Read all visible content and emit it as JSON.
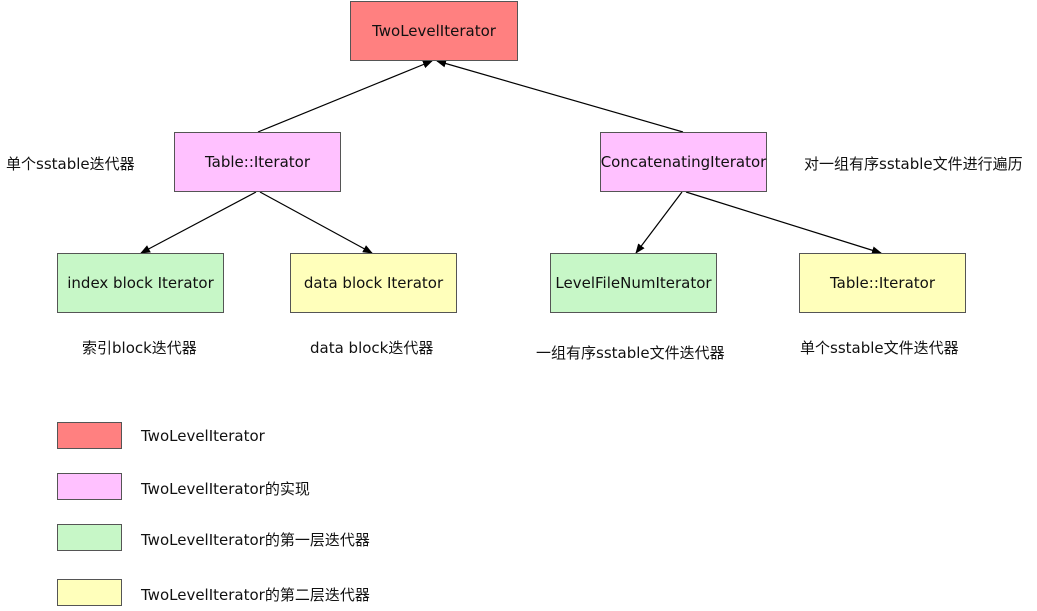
{
  "colors": {
    "red": "#FF8080",
    "pink": "#FFC1FF",
    "green": "#C7F7C7",
    "yellow": "#FFFFBB",
    "border": "#555555",
    "arrow": "#000000"
  },
  "nodes": {
    "root": {
      "label": "TwoLevelIterator"
    },
    "table_iterator_left": {
      "label": "Table::Iterator"
    },
    "concatenating_iterator": {
      "label": "ConcatenatingIterator"
    },
    "index_block_iterator": {
      "label": "index block Iterator"
    },
    "data_block_iterator": {
      "label": "data block Iterator"
    },
    "level_file_num_iterator": {
      "label": "LevelFileNumIterator"
    },
    "table_iterator_right": {
      "label": "Table::Iterator"
    }
  },
  "annotations": {
    "single_sstable_iterator": "单个sstable迭代器",
    "traverse_sorted_sstables": "对一组有序sstable文件进行遍历",
    "index_block_caption": "索引block迭代器",
    "data_block_caption": "data block迭代器",
    "sorted_sstable_files_caption": "一组有序sstable文件迭代器",
    "single_sstable_file_caption": "单个sstable文件迭代器"
  },
  "legend": [
    {
      "color": "#FF8080",
      "text": "TwoLevelIterator"
    },
    {
      "color": "#FFC1FF",
      "text": "TwoLevelIterator的实现"
    },
    {
      "color": "#C7F7C7",
      "text": "TwoLevelIterator的第一层迭代器"
    },
    {
      "color": "#FFFFBB",
      "text": "TwoLevelIterator的第二层迭代器"
    }
  ]
}
